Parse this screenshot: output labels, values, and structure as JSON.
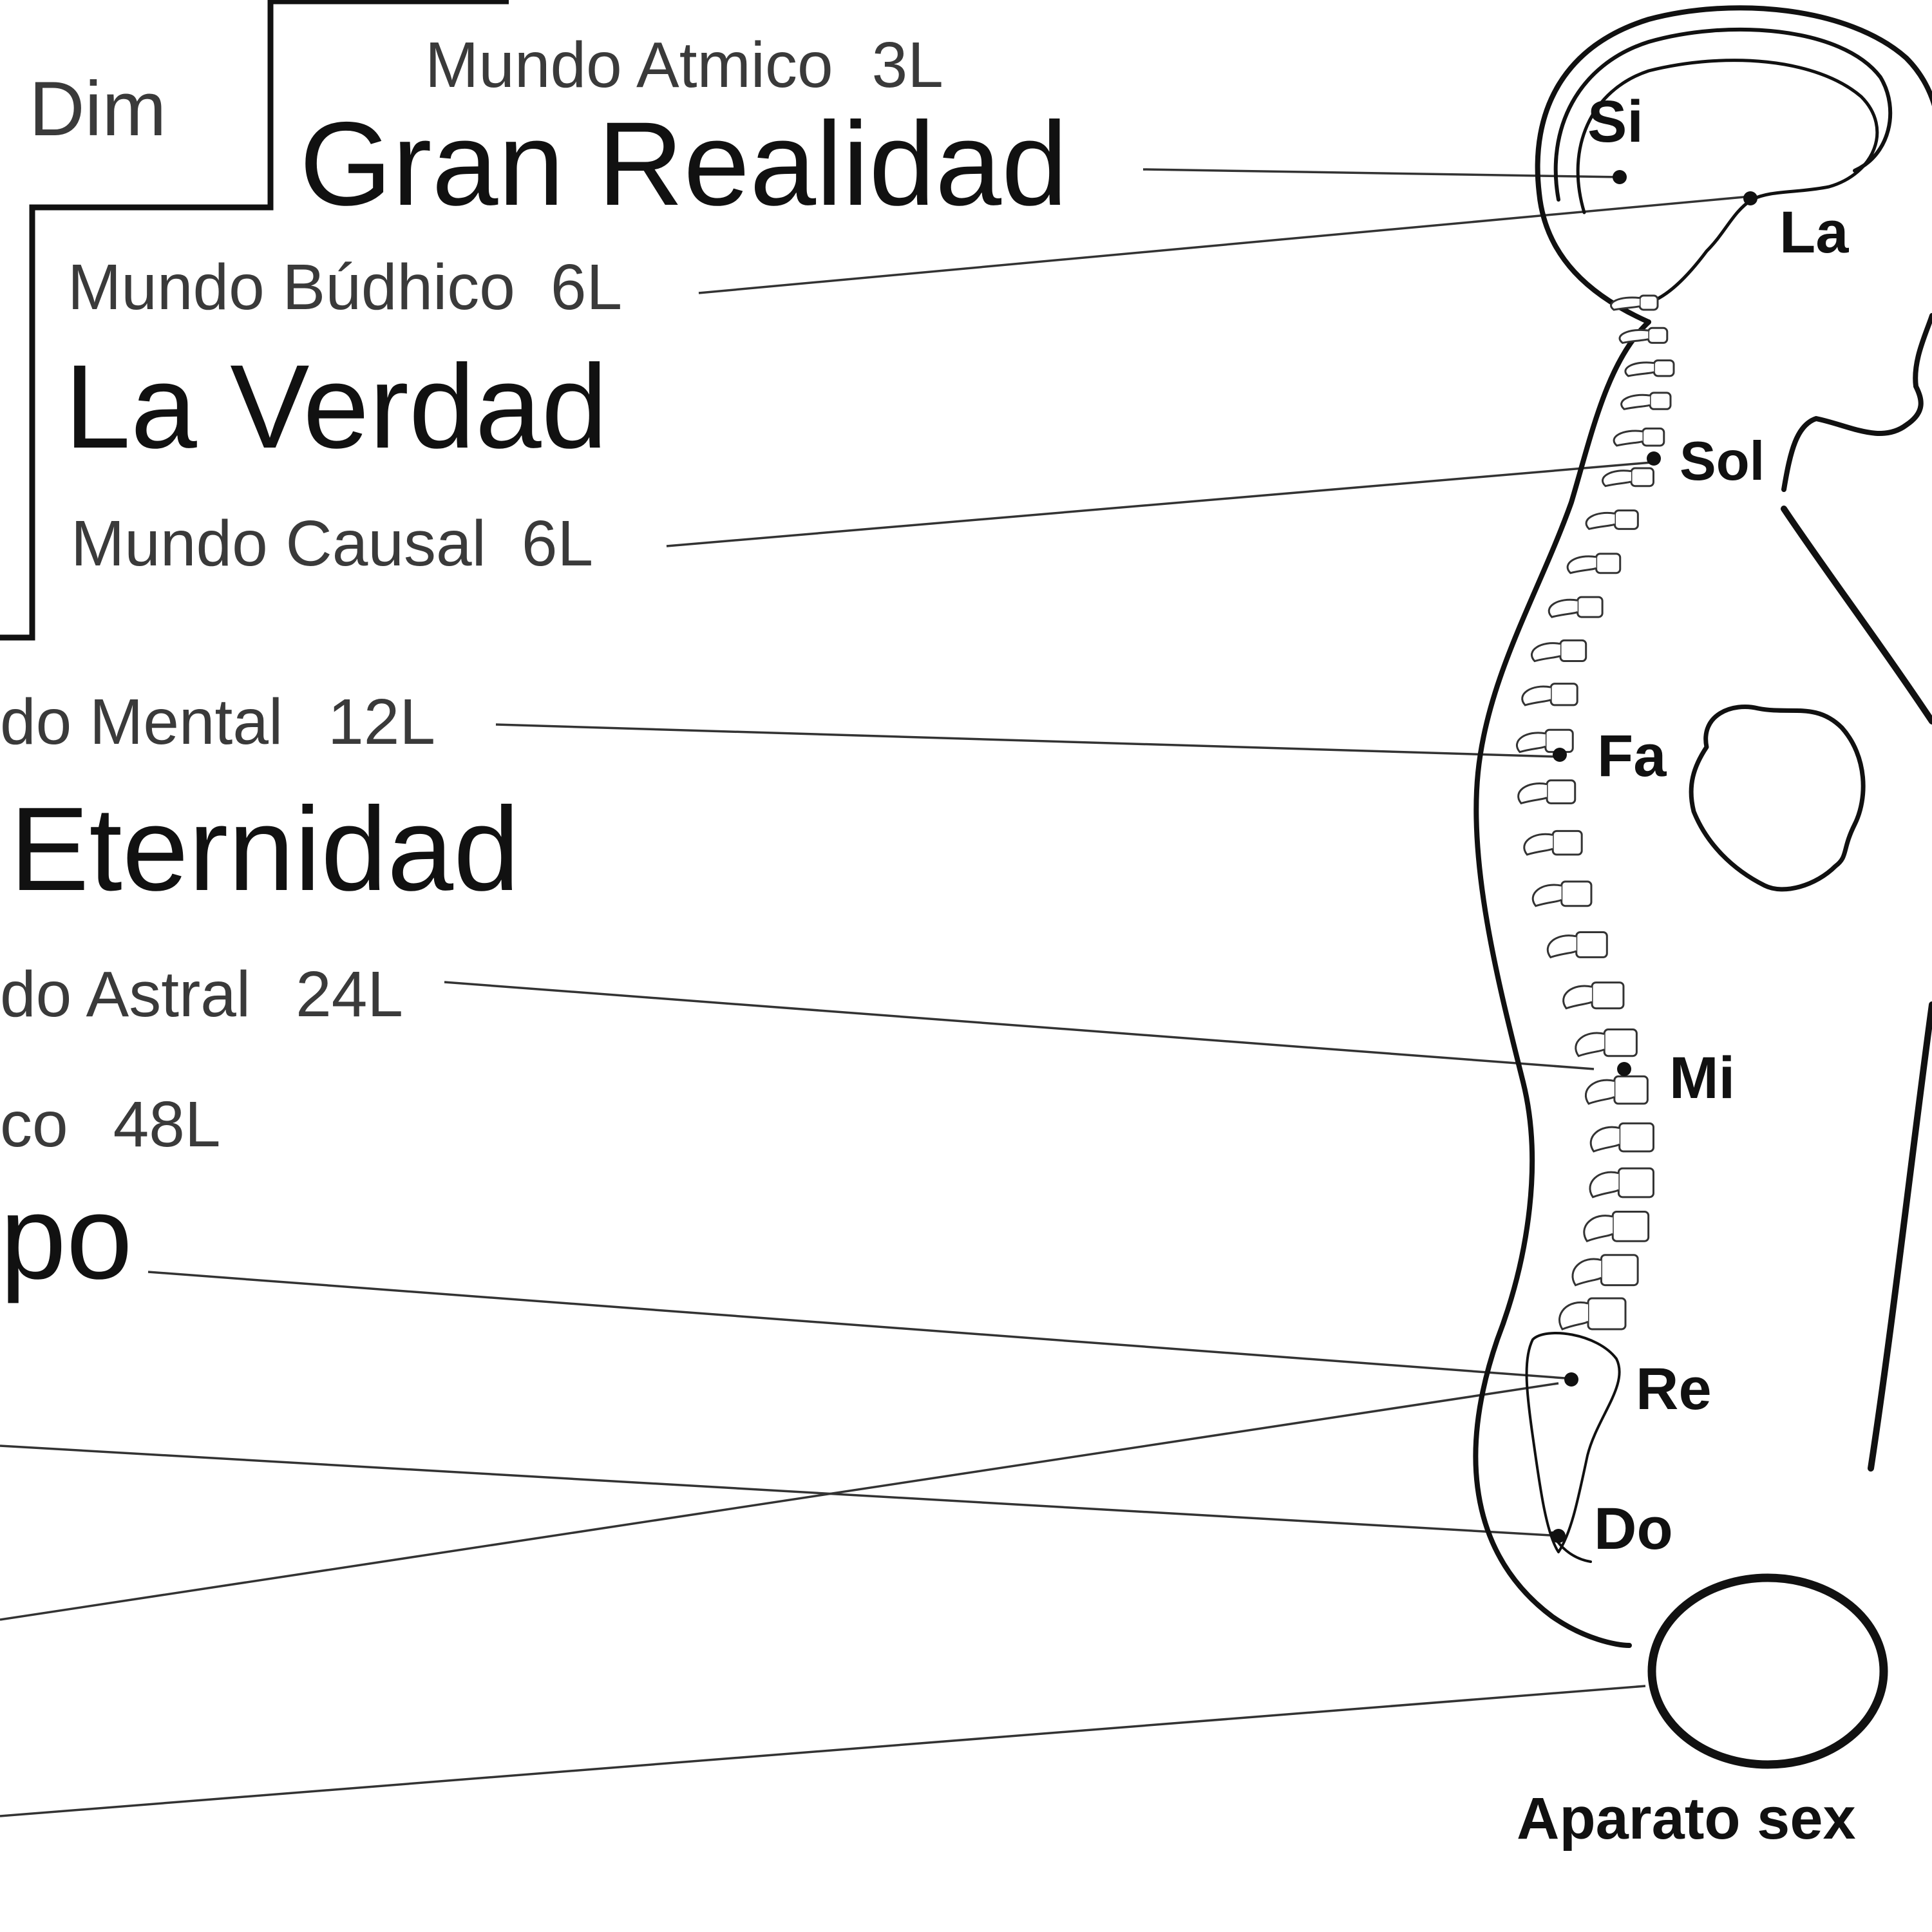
{
  "dimension_label": "Dim",
  "planes": {
    "atmico": {
      "name": "Mundo Atmico",
      "laws": "3L"
    },
    "budhico": {
      "name": "Mundo Búdhico",
      "laws": "6L"
    },
    "causal": {
      "name": "Mundo Causal",
      "laws": "6L"
    },
    "mental": {
      "name": "do Mental",
      "laws": "12L"
    },
    "astral": {
      "name": "do Astral",
      "laws": "24L"
    },
    "fisico": {
      "name": "co",
      "laws": "48L"
    }
  },
  "realms": {
    "gran_realidad": "Gran Realidad",
    "la_verdad": "La Verdad",
    "eternidad": "Eternidad",
    "tiempo": "po"
  },
  "notes": {
    "si": "Si",
    "la": "La",
    "sol": "Sol",
    "fa": "Fa",
    "mi": "Mi",
    "re": "Re",
    "do": "Do"
  },
  "organ_label": "Aparato sex"
}
